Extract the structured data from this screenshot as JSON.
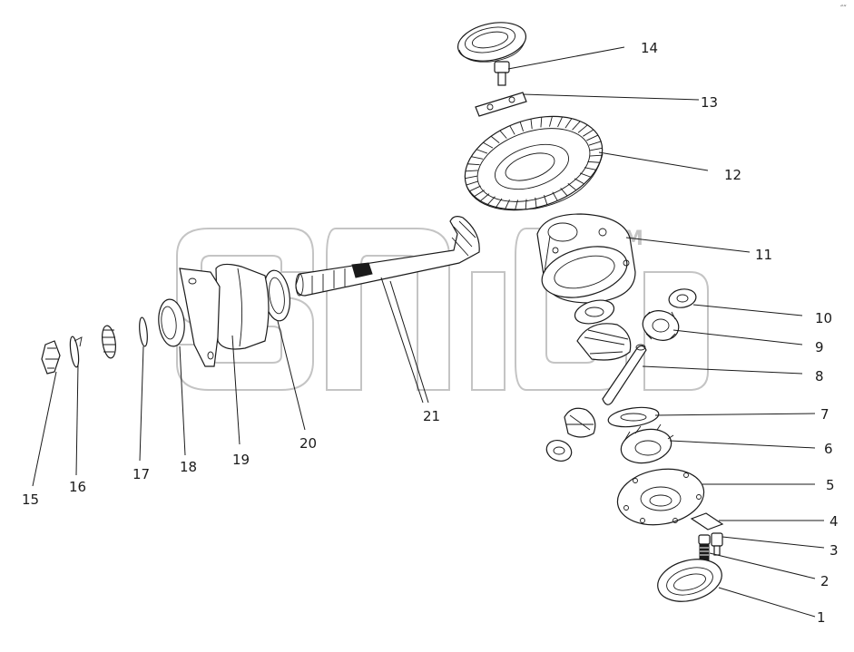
{
  "watermark": {
    "mark": "TM"
  },
  "callouts": [
    "1",
    "2",
    "3",
    "4",
    "5",
    "6",
    "7",
    "8",
    "9",
    "10",
    "11",
    "12",
    "13",
    "14",
    "15",
    "16",
    "17",
    "18",
    "19",
    "20",
    "21"
  ],
  "corner_mark": "″″"
}
